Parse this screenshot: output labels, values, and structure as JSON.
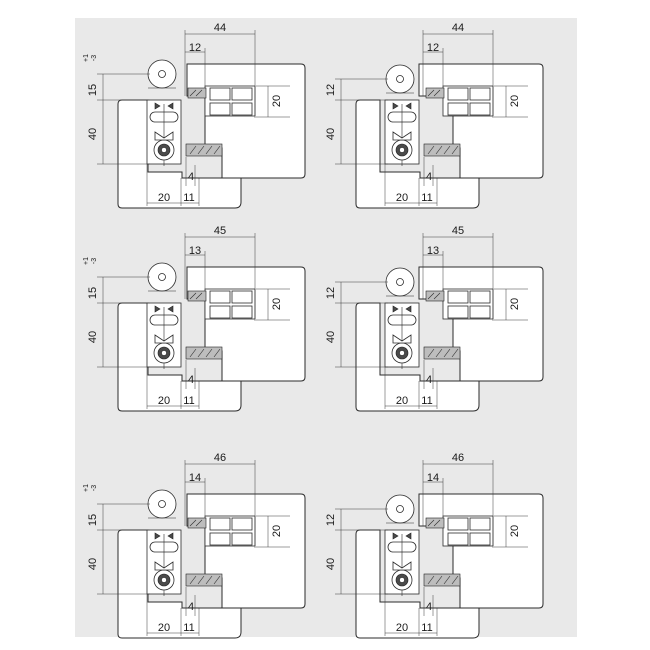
{
  "title": "Hinge mounting dimension drawings",
  "drawings": [
    {
      "id": "row1-left",
      "width_dim": "44",
      "offset_dim": "12",
      "vertical_dim": "15",
      "tol_upper": "+1",
      "tol_lower": "-3",
      "depth_dim": "20",
      "height_dim": "40",
      "gap_dim": "4",
      "bottom_left_dim": "20",
      "bottom_right_dim": "11"
    },
    {
      "id": "row1-right",
      "width_dim": "44",
      "offset_dim": "12",
      "vertical_dim": "12",
      "depth_dim": "20",
      "height_dim": "40",
      "gap_dim": "4",
      "bottom_left_dim": "20",
      "bottom_right_dim": "11"
    },
    {
      "id": "row2-left",
      "width_dim": "45",
      "offset_dim": "13",
      "vertical_dim": "15",
      "tol_upper": "+1",
      "tol_lower": "-3",
      "depth_dim": "20",
      "height_dim": "40",
      "gap_dim": "4",
      "bottom_left_dim": "20",
      "bottom_right_dim": "11"
    },
    {
      "id": "row2-right",
      "width_dim": "45",
      "offset_dim": "13",
      "vertical_dim": "12",
      "depth_dim": "20",
      "height_dim": "40",
      "gap_dim": "4",
      "bottom_left_dim": "20",
      "bottom_right_dim": "11"
    },
    {
      "id": "row3-left",
      "width_dim": "46",
      "offset_dim": "14",
      "vertical_dim": "15",
      "tol_upper": "+1",
      "tol_lower": "-3",
      "depth_dim": "20",
      "height_dim": "40",
      "gap_dim": "4",
      "bottom_left_dim": "20",
      "bottom_right_dim": "11"
    },
    {
      "id": "row3-right",
      "width_dim": "46",
      "offset_dim": "14",
      "vertical_dim": "12",
      "depth_dim": "20",
      "height_dim": "40",
      "gap_dim": "4",
      "bottom_left_dim": "20",
      "bottom_right_dim": "11"
    }
  ]
}
